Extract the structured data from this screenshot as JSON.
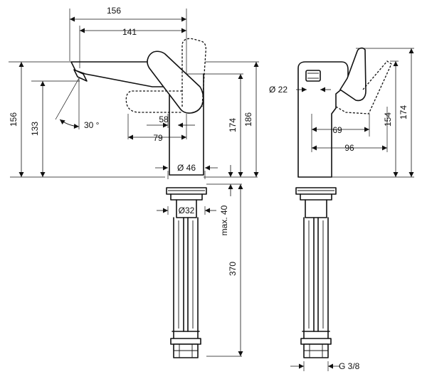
{
  "dimensions": {
    "spout_width": "156",
    "spout_inner_width": "141",
    "spout_height": "156",
    "aerator_height": "133",
    "spout_angle": "30 °",
    "lever_pivot_offset": "58",
    "lever_reach": "79",
    "body_diameter": "Ø 46",
    "pivot_height": "174",
    "lever_top_height": "186",
    "shank_diameter": "Ø32",
    "max_thickness": "max. 40",
    "hose_length": "370",
    "aerator_diameter": "Ø 22",
    "side_offset_69": "69",
    "side_offset_96": "96",
    "side_height_154": "154",
    "side_height_174": "174",
    "thread": "G 3/8"
  },
  "arrow_color": "#111111"
}
